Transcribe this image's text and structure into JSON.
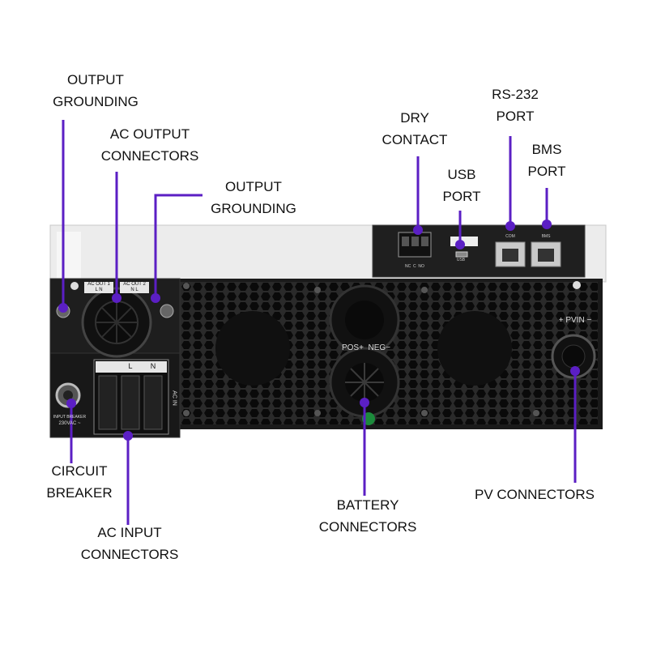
{
  "callouts": {
    "output_grounding_left": "OUTPUT\nGROUNDING",
    "ac_output_connectors": "AC OUTPUT\nCONNECTORS",
    "output_grounding_right": "OUTPUT\nGROUNDING",
    "dry_contact": "DRY\nCONTACT",
    "usb_port": "USB\nPORT",
    "rs232_port": "RS-232\nPORT",
    "bms_port": "BMS\nPORT",
    "circuit_breaker": "CIRCUIT\nBREAKER",
    "ac_input_connectors": "AC INPUT\nCONNECTORS",
    "battery_connectors": "BATTERY\nCONNECTORS",
    "pv_connectors": "PV CONNECTORS"
  },
  "panel_text": {
    "ac_out_1": "AC OUT 1",
    "ac_out_2": "AC OUT 2",
    "ln_1": "L N",
    "ln_2": "N L",
    "pos_neg": "POS+  NEG−",
    "pv_in": "+ PVIN −",
    "input_breaker": "INPUT BREAKER",
    "breaker_rating": "230VAC ~",
    "ac_in": "AC IN",
    "terminal_l": "L",
    "terminal_n": "N",
    "com": "COM",
    "bms": "BMS",
    "usb": "USB",
    "nc_c_no": "NC  C  NO"
  },
  "colors": {
    "callout_line": "#5b1fc4",
    "device_body": "#1c1c1c",
    "top_case": "#e8e8e8"
  }
}
